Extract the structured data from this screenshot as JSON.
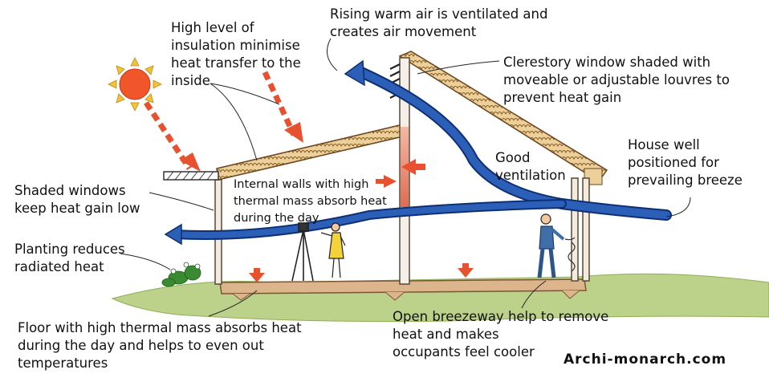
{
  "colors": {
    "background": "#ffffff",
    "sun": "#f0562a",
    "sun_rays": "#f2c23a",
    "heat_arrows": "#e8512f",
    "airflow": "#2b5fb8",
    "airflow_outline": "#0f2f73",
    "ground": "#b9cf86",
    "roof": "#e9c98b",
    "floor": "#d8b28a",
    "hot_wall": "#e3816a",
    "text": "#111111"
  },
  "icons": [
    "sun-icon",
    "heat-arrow-icon",
    "airflow-arrow-icon",
    "person-icon",
    "plant-icon",
    "louvre-icon",
    "tripod-icon"
  ],
  "labels": {
    "rising_air": [
      "Rising warm air is ventilated and",
      "creates air movement"
    ],
    "insulation": [
      "High level of",
      "insulation minimise",
      "heat transfer to the",
      "inside"
    ],
    "clerestory": [
      "Clerestory window shaded with",
      "moveable or adjustable louvres to",
      "prevent heat gain"
    ],
    "good_ventilation": [
      "Good",
      "ventilation"
    ],
    "house_positioned": [
      "House well",
      "positioned for",
      "prevailing breeze"
    ],
    "shaded_windows": [
      "Shaded windows",
      "keep heat gain low"
    ],
    "internal_walls": [
      "Internal walls with high",
      "thermal mass absorb heat",
      "during the day"
    ],
    "planting": [
      "Planting reduces",
      "radiated heat"
    ],
    "floor": [
      "Floor with high thermal mass absorbs heat",
      "during the day and helps to even out",
      "temperatures"
    ],
    "breezeway": [
      "Open breezeway help to remove",
      "heat and makes",
      "occupants feel cooler"
    ]
  },
  "watermark": "Archi-monarch.com"
}
